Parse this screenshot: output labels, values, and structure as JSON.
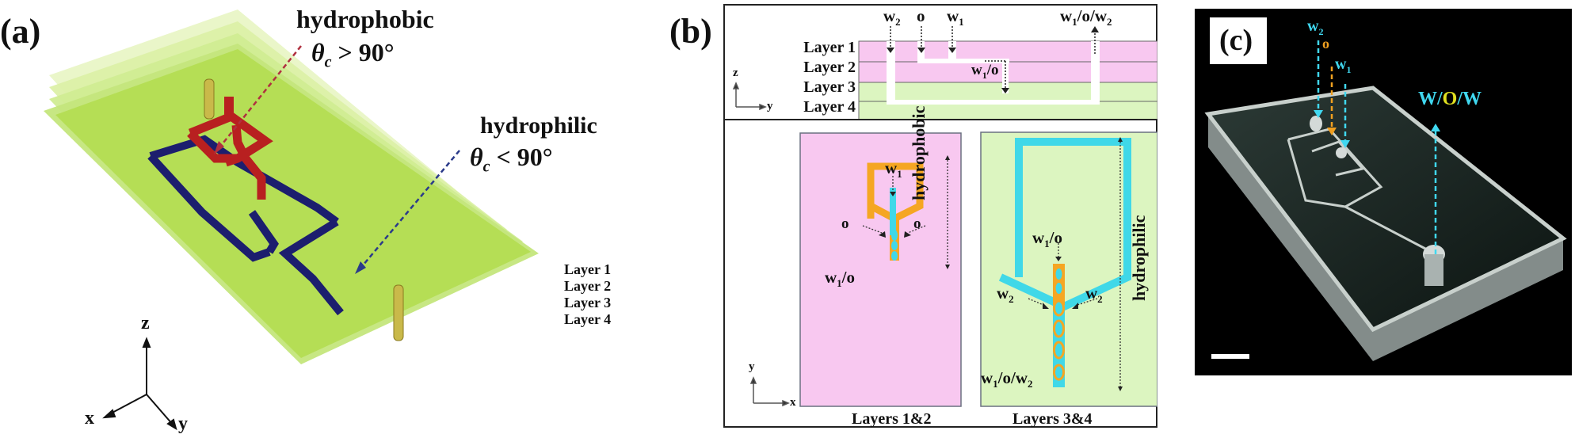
{
  "panel_a": {
    "label": "(a)",
    "hydrophobic": {
      "title": "hydrophobic",
      "condition": "θ",
      "subscript": "c",
      "relation": "> 90°",
      "color": "#b03040"
    },
    "hydrophilic": {
      "title": "hydrophilic",
      "condition": "θ",
      "subscript": "c",
      "relation": "< 90°",
      "color": "#2a3a8a"
    },
    "layers": [
      "Layer 1",
      "Layer 2",
      "Layer 3",
      "Layer 4"
    ],
    "axes": {
      "x": "x",
      "y": "y",
      "z": "z"
    },
    "colors": {
      "slab": "#b5de55",
      "hydrophobic_channel": "#b82020",
      "hydrophilic_channel": "#1c1e6e",
      "port": "#c9b94a"
    }
  },
  "panel_b": {
    "label": "(b)",
    "cross_section": {
      "layers": [
        "Layer 1",
        "Layer 2",
        "Layer 3",
        "Layer 4"
      ],
      "inlets": [
        "w",
        "o",
        "w"
      ],
      "inlet_subs": [
        "2",
        "",
        "1"
      ],
      "outlet": {
        "parts": [
          "w",
          "1",
          "/o/w",
          "2"
        ]
      },
      "internal": {
        "parts": [
          "w",
          "1",
          "/o"
        ]
      },
      "axes": {
        "vertical": "z",
        "horizontal": "y"
      },
      "colors": {
        "hydrophobic_layer": "#f8c8f0",
        "hydrophilic_layer": "#dcf5c0"
      }
    },
    "top_view": {
      "axes": {
        "vertical": "y",
        "horizontal": "x"
      },
      "layers12": {
        "caption": "Layers 1&2",
        "inlet_w1": {
          "base": "w",
          "sub": "1"
        },
        "side_inlet": "o",
        "product": {
          "base": "w",
          "sub": "1",
          "rest": "/o"
        },
        "property": "hydrophobic",
        "colors": {
          "background": "#f8c8f0",
          "oil_channel": "#f5a623",
          "water_channel": "#40d8e8"
        }
      },
      "layers34": {
        "caption": "Layers 3&4",
        "inlet": {
          "base": "w",
          "sub": "1",
          "rest": "/o"
        },
        "side_inlet": {
          "base": "w",
          "sub": "2"
        },
        "product": {
          "base": "w",
          "sub": "1",
          "mid": "/o/w",
          "sub2": "2"
        },
        "property": "hydrophilic",
        "colors": {
          "background": "#dcf5c0",
          "water_channel": "#40d8e8",
          "oil_ring": "#f5a623"
        }
      }
    }
  },
  "panel_c": {
    "label": "(c)",
    "inlets": [
      {
        "base": "w",
        "sub": "2",
        "color": "#40d8f0"
      },
      {
        "base": "o",
        "sub": "",
        "color": "#f0a020"
      },
      {
        "base": "w",
        "sub": "1",
        "color": "#40d8f0"
      }
    ],
    "outlet": {
      "parts": [
        "W/",
        "O",
        "/W"
      ],
      "colors": [
        "#40d8f0",
        "#e0e020",
        "#40d8f0"
      ]
    },
    "scale_bar": "scale-bar",
    "colors": {
      "background": "#000000"
    }
  }
}
